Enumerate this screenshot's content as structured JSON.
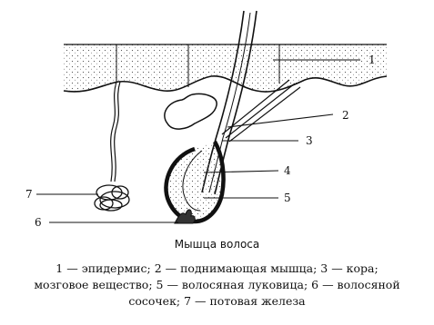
{
  "callouts": {
    "c1": "1",
    "c2": "2",
    "c3": "3",
    "c4": "4",
    "c5": "5",
    "c6": "6",
    "c7": "7"
  },
  "caption": {
    "title": "Мышца волоса",
    "line1": "1 — эпидермис; 2 — поднимающая мышца; 3 — кора;",
    "line2": "мозговое вещество; 5 — волосяная луковица; 6 — волосяной",
    "line3": "сосочек; 7 — потовая железа"
  }
}
